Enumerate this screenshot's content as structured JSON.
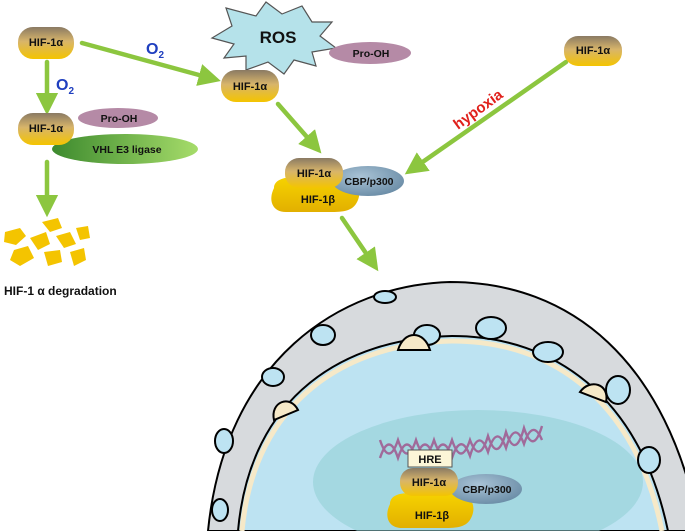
{
  "labels": {
    "hif1a": "HIF-1α",
    "hif1b": "HIF-1β",
    "pro_oh": "Pro-OH",
    "vhl": "VHL E3 ligase",
    "ros": "ROS",
    "cbp": "CBP/p300",
    "hre": "HRE",
    "hypoxia": "hypoxia",
    "o2_main": "O",
    "o2_sub": "2",
    "degradation": "HIF-1 α degradation"
  },
  "colors": {
    "arrow": "#8cc63f",
    "o2_text": "#1f3fbf",
    "hypoxia_text": "#e0201b",
    "pro_oh_fill": "#b58aa6",
    "vhl_fill": "#5aa83a",
    "ros_fill": "#b5e2ea",
    "cbp_fill": "#7e9fb8",
    "hif_top": "#8a7a63",
    "hif_bottom": "#f2c200",
    "nucleus_fill": "#bde3f2",
    "envelope_fill": "#d7dadd",
    "dna": "#a06a9a"
  }
}
